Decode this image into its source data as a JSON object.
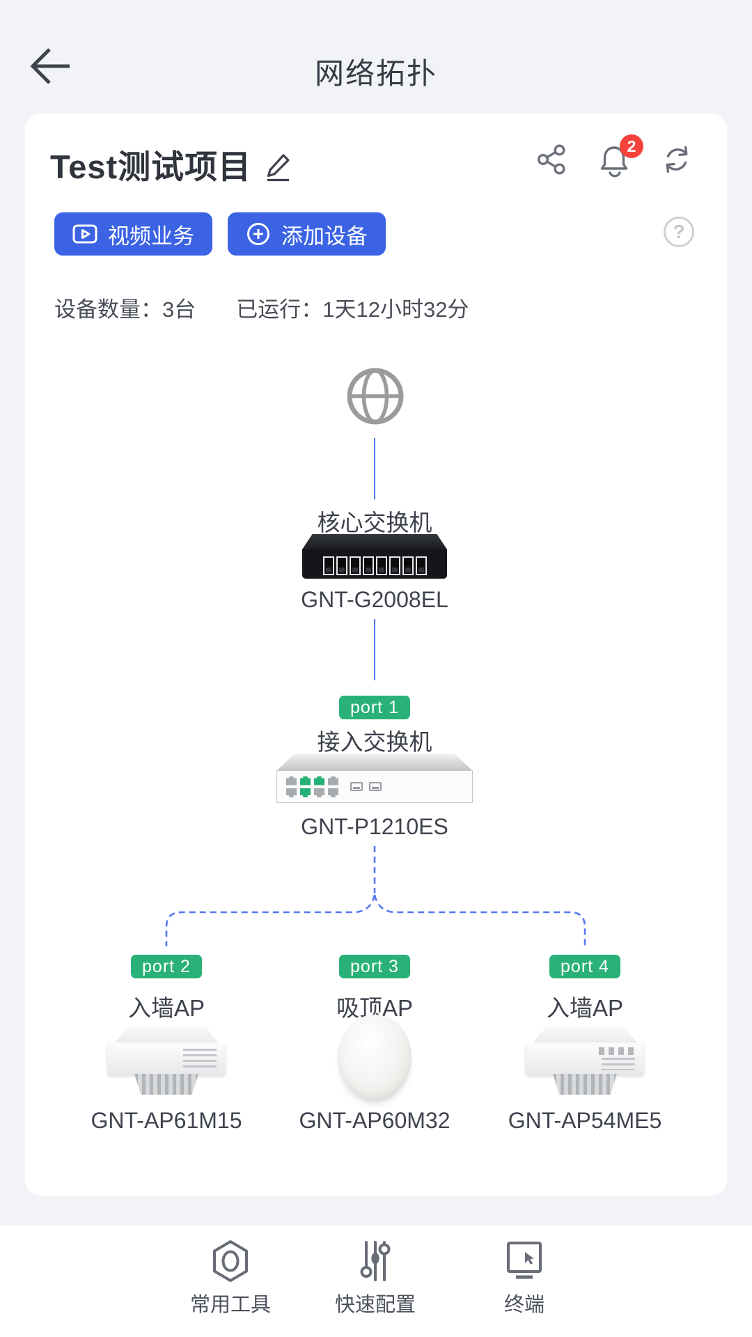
{
  "header": {
    "title": "网络拓扑"
  },
  "project": {
    "name": "Test测试项目",
    "notification_count": "2",
    "help_glyph": "?",
    "buttons": {
      "video": "视频业务",
      "add_device": "添加设备"
    },
    "stats": {
      "device_count": "设备数量：3台",
      "uptime": "已运行：1天12小时32分"
    }
  },
  "topology": {
    "core_switch": {
      "role": "核心交换机",
      "model": "GNT-G2008EL"
    },
    "access_switch": {
      "uplink_port": "port 1",
      "role": "接入交换机",
      "model": "GNT-P1210ES"
    },
    "aps": [
      {
        "port": "port 2",
        "role": "入墙AP",
        "model": "GNT-AP61M15"
      },
      {
        "port": "port 3",
        "role": "吸顶AP",
        "model": "GNT-AP60M32"
      },
      {
        "port": "port 4",
        "role": "入墙AP",
        "model": "GNT-AP54ME5"
      }
    ]
  },
  "bottom_nav": {
    "items": [
      {
        "label": "常用工具"
      },
      {
        "label": "快速配置"
      },
      {
        "label": "终端"
      }
    ]
  },
  "colors": {
    "accent_blue": "#3b63e4",
    "port_green": "#2ab178",
    "badge_red": "#f5433c",
    "link_line_blue": "#5577f2",
    "page_bg": "#f2f3f7",
    "card_bg": "#ffffff"
  }
}
